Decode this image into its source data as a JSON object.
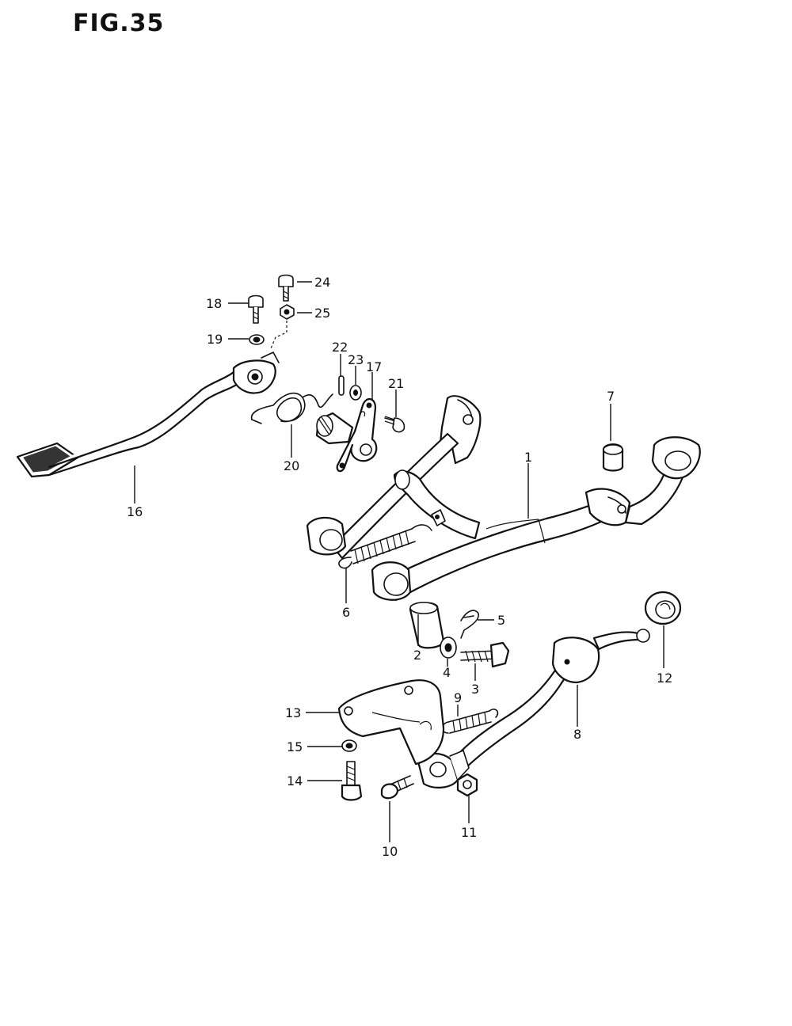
{
  "title": "FIG.35",
  "labels": {
    "p1": "1",
    "p2": "2",
    "p3": "3",
    "p4": "4",
    "p5": "5",
    "p6": "6",
    "p7": "7",
    "p8": "8",
    "p9": "9",
    "p10": "10",
    "p11": "11",
    "p12": "12",
    "p13": "13",
    "p14": "14",
    "p15": "15",
    "p16": "16",
    "p17": "17",
    "p18": "18",
    "p19": "19",
    "p20": "20",
    "p21": "21",
    "p22": "22",
    "p23": "23",
    "p24": "24",
    "p25": "25"
  }
}
